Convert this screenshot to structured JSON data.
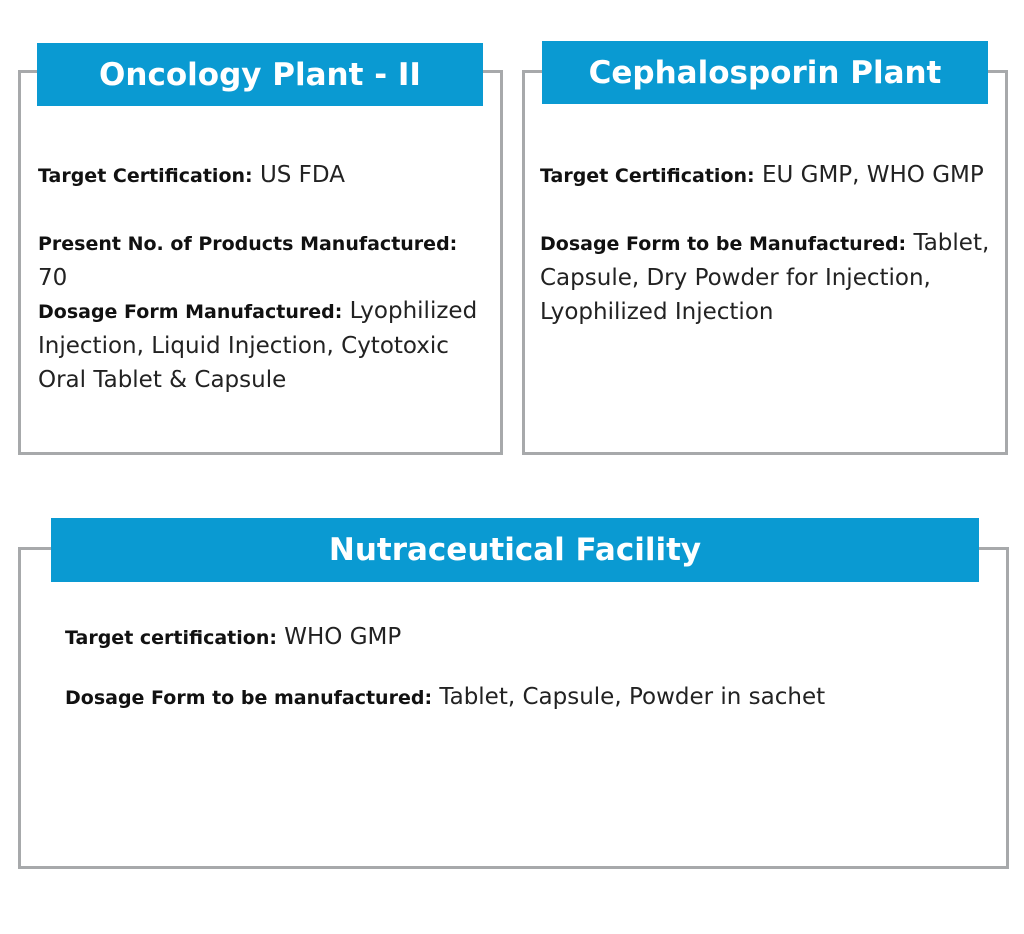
{
  "oncology": {
    "title": "Oncology Plant - II",
    "target_label": "Target Certification:",
    "target_value": "US FDA",
    "products_label": "Present No. of Products Manufactured:",
    "products_value": "70",
    "dosage_label": "Dosage Form Manufactured:",
    "dosage_value": "Lyophilized Injection, Liquid Injection, Cytotoxic Oral Tablet & Capsule"
  },
  "cephalosporin": {
    "title": "Cephalosporin Plant",
    "target_label": "Target Certification:",
    "target_value": "EU GMP, WHO GMP",
    "dosage_label": "Dosage Form to be Manufactured:",
    "dosage_value": "Tablet, Capsule, Dry Powder for Injection, Lyophilized Injection"
  },
  "nutraceutical": {
    "title": "Nutraceutical Facility",
    "target_label": "Target certification:",
    "target_value": "WHO GMP",
    "dosage_label": "Dosage Form to be manufactured:",
    "dosage_value": "Tablet, Capsule, Powder in sachet"
  },
  "colors": {
    "banner": "#0a9ad2",
    "border": "#a7a9ab"
  }
}
